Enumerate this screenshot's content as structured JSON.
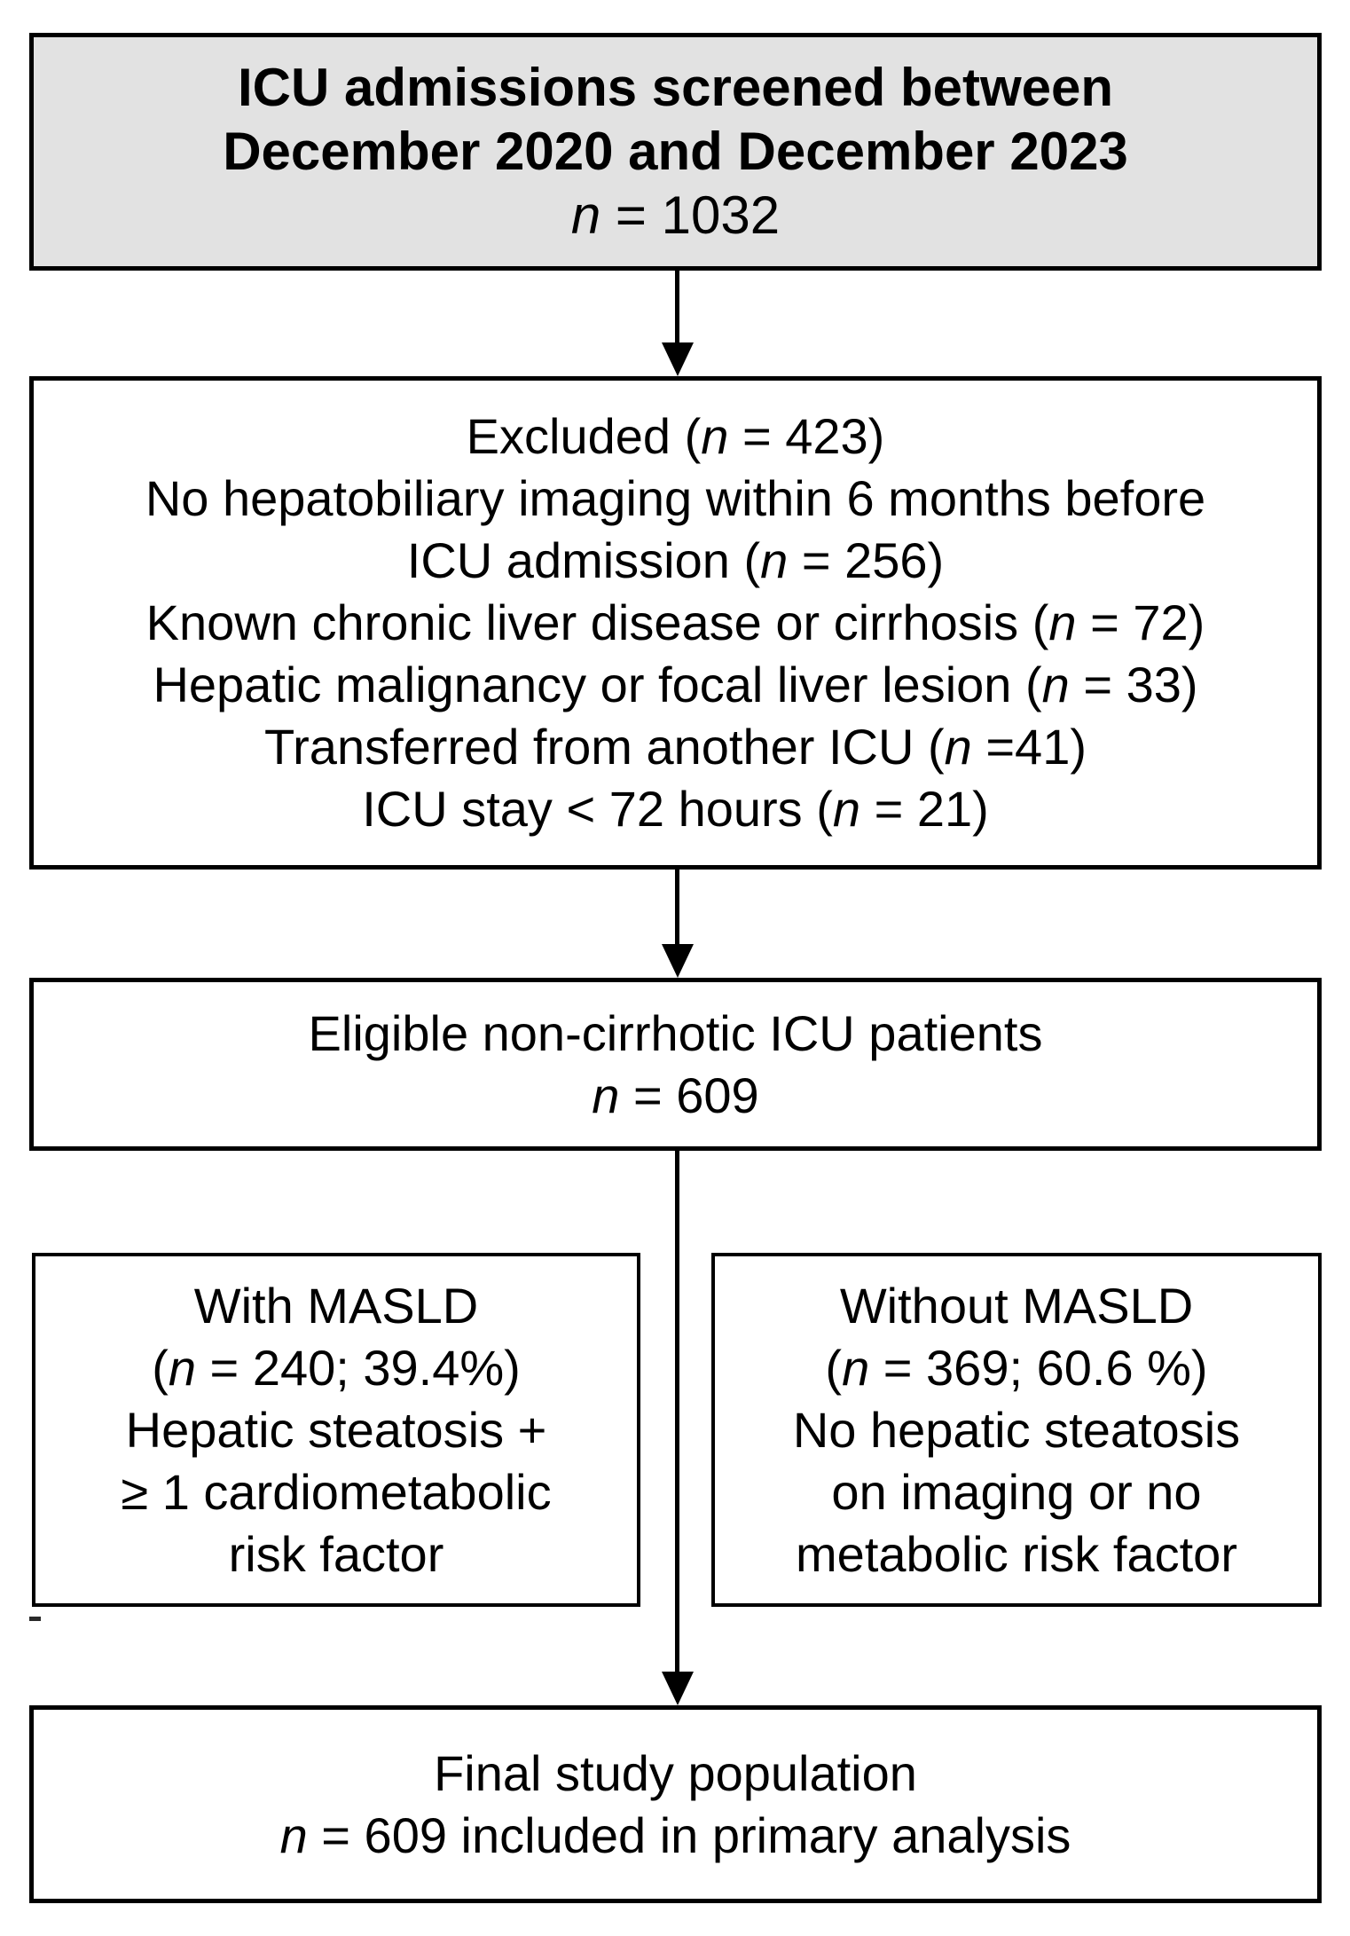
{
  "colors": {
    "border": "#000000",
    "screened_fill": "#e2e2e2",
    "box_fill": "#ffffff",
    "text": "#000000"
  },
  "boxes": {
    "screened": {
      "lines": [
        [
          {
            "t": "ICU admissions screened between",
            "b": true
          }
        ],
        [
          {
            "t": "December 2020 and December 2023",
            "b": true
          }
        ],
        [
          {
            "t": "n",
            "i": true
          },
          {
            "t": " = 1032"
          }
        ]
      ]
    },
    "excluded": {
      "lines": [
        [
          {
            "t": "Excluded ("
          },
          {
            "t": "n",
            "i": true
          },
          {
            "t": " = 423)"
          }
        ],
        [
          {
            "t": "No hepatobiliary imaging within 6 months before"
          }
        ],
        [
          {
            "t": "ICU admission ("
          },
          {
            "t": "n",
            "i": true
          },
          {
            "t": " = 256)"
          }
        ],
        [
          {
            "t": "Known chronic liver disease or cirrhosis ("
          },
          {
            "t": "n",
            "i": true
          },
          {
            "t": " = 72)"
          }
        ],
        [
          {
            "t": "Hepatic malignancy or focal liver lesion ("
          },
          {
            "t": "n",
            "i": true
          },
          {
            "t": " = 33)"
          }
        ],
        [
          {
            "t": "Transferred from another ICU ("
          },
          {
            "t": "n",
            "i": true
          },
          {
            "t": " =41)"
          }
        ],
        [
          {
            "t": "ICU stay < 72 hours ("
          },
          {
            "t": "n",
            "i": true
          },
          {
            "t": " = 21)"
          }
        ]
      ]
    },
    "eligible": {
      "lines": [
        [
          {
            "t": "Eligible non-cirrhotic ICU patients"
          }
        ],
        [
          {
            "t": "n",
            "i": true
          },
          {
            "t": " = 609"
          }
        ]
      ]
    },
    "with_masld": {
      "lines": [
        [
          {
            "t": "With MASLD"
          }
        ],
        [
          {
            "t": "("
          },
          {
            "t": "n",
            "i": true
          },
          {
            "t": " = 240; 39.4%)"
          }
        ],
        [
          {
            "t": "Hepatic steatosis +"
          }
        ],
        [
          {
            "t": "≥ 1 cardiometabolic"
          }
        ],
        [
          {
            "t": "risk factor"
          }
        ]
      ]
    },
    "without_masld": {
      "lines": [
        [
          {
            "t": "Without MASLD"
          }
        ],
        [
          {
            "t": "("
          },
          {
            "t": "n",
            "i": true
          },
          {
            "t": " = 369; 60.6 %)"
          }
        ],
        [
          {
            "t": "No hepatic steatosis"
          }
        ],
        [
          {
            "t": "on imaging or no"
          }
        ],
        [
          {
            "t": "metabolic risk factor"
          }
        ]
      ]
    },
    "final": {
      "lines": [
        [
          {
            "t": "Final study population"
          }
        ],
        [
          {
            "t": "n",
            "i": true
          },
          {
            "t": " = 609 included in primary analysis"
          }
        ]
      ]
    }
  }
}
